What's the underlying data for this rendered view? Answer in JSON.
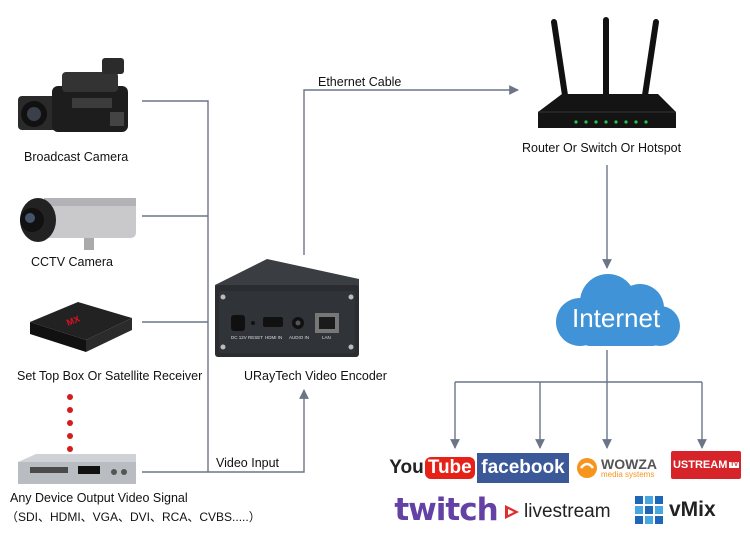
{
  "sources": {
    "broadcast_camera": "Broadcast Camera",
    "cctv_camera": "CCTV Camera",
    "set_top_box": "Set Top Box Or Satellite Receiver",
    "any_device_line1": "Any Device Output Video Signal",
    "any_device_line2": "（SDI、HDMI、VGA、DVI、RCA、CVBS.....）"
  },
  "encoder": {
    "label": "URayTech Video Encoder",
    "ports": {
      "dc": "DC 12V",
      "reset": "RESET",
      "hdmi": "HDMI IN",
      "audio": "AUDIO IN",
      "lan": "LAN"
    }
  },
  "connections": {
    "ethernet": "Ethernet Cable",
    "video_input": "Video Input"
  },
  "router": {
    "label": "Router Or Switch Or Hotspot"
  },
  "cloud": {
    "label": "Internet"
  },
  "platforms": {
    "youtube_a": "You",
    "youtube_b": "Tube",
    "facebook": "facebook",
    "wowza": "WOWZA",
    "wowza_sub": "media systems",
    "ustream": "USTREAM",
    "ustream_tv": "TV",
    "twitch": "twitch",
    "livestream": "livestream",
    "vmix": "vMix"
  },
  "colors": {
    "line": "#6b7587",
    "cloud": "#3f93d6",
    "youtube_red": "#e62117",
    "facebook_blue": "#3b5998",
    "wowza_orange": "#f7941d",
    "ustream_red": "#d6242a",
    "twitch_purple": "#6441a5",
    "livestream_red": "#e02d2d"
  }
}
